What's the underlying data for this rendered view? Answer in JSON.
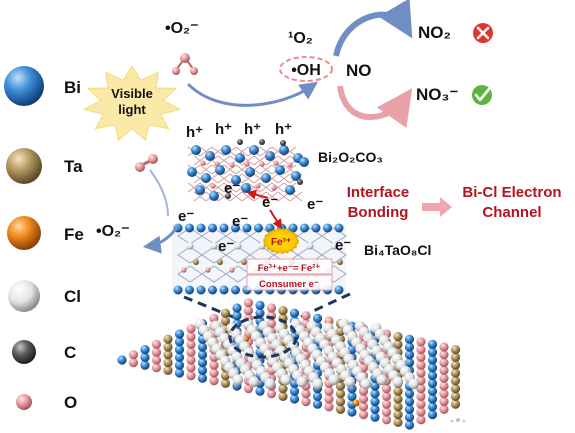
{
  "legend": {
    "items": [
      {
        "symbol": "Bi",
        "color": "#3f8fd6"
      },
      {
        "symbol": "Ta",
        "color": "#b79b63"
      },
      {
        "symbol": "Fe",
        "color": "#f08a1d"
      },
      {
        "symbol": "Cl",
        "color": "#e9e9e9"
      },
      {
        "symbol": "C",
        "color": "#5e5e5e"
      },
      {
        "symbol": "O",
        "color": "#e79aa0"
      }
    ]
  },
  "light": {
    "label_line1": "Visible",
    "label_line2": "light"
  },
  "species": {
    "superoxide_top": "•O₂⁻",
    "superoxide_left": "•O₂⁻",
    "singlet_oxygen": "¹O₂",
    "hydroxyl": "•OH",
    "no": "NO",
    "no2": "NO₂",
    "no3": "NO₃⁻"
  },
  "holes": [
    "h⁺",
    "h⁺",
    "h⁺",
    "h⁺"
  ],
  "electrons": {
    "top_layer": [
      "e⁻",
      "e⁻",
      "e⁻"
    ],
    "left": [
      "e⁻",
      "e⁻",
      "e⁻"
    ],
    "right": "e⁻"
  },
  "materials": {
    "top": "Bi₂O₂CO₃",
    "bottom": "Bi₄TaO₈Cl"
  },
  "interface": {
    "label_line1": "Interface",
    "label_line2": "Bonding",
    "channel_line1": "Bi-Cl Electron",
    "channel_line2": "Channel"
  },
  "fe_center": {
    "ion": "Fe³⁺",
    "reaction": "Fe³⁺+e⁻= Fe²⁺",
    "consumer": "Consumer e⁻"
  },
  "colors": {
    "accent_red": "#b4141e",
    "cross_red": "#e0352b",
    "check_green": "#5db33d",
    "arrow_blue": "#6f8fc4",
    "arrow_pink": "#e9a0a6"
  }
}
